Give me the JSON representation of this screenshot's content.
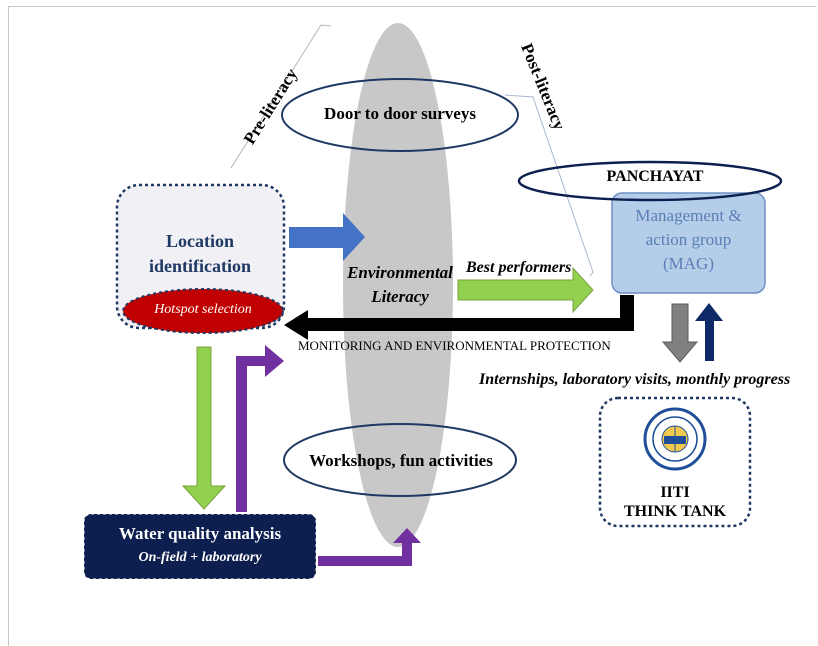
{
  "diagram": {
    "stage_pre": "Pre-literacy",
    "stage_post": "Post-literacy",
    "ellipse_center": {
      "line1": "Environmental",
      "line2": "Literacy"
    },
    "door_surveys": "Door to door surveys",
    "workshops": "Workshops, fun activities",
    "location": {
      "line1": "Location",
      "line2": "identification",
      "hotspot": "Hotspot selection"
    },
    "panchayat": {
      "title": "PANCHAYAT",
      "mag_line1": "Management &",
      "mag_line2": "action group",
      "mag_line3": "(MAG)"
    },
    "best_performers": "Best performers",
    "monitoring": "MONITORING AND ENVIRONMENTAL PROTECTION",
    "internships": "Internships, laboratory visits, monthly progress",
    "water": {
      "title": "Water quality analysis",
      "subtitle": "On-field + laboratory"
    },
    "iiti": {
      "line1": "IITI",
      "line2": "THINK TANK"
    },
    "colors": {
      "blue_arrow": "#4472c4",
      "green_arrow": "#92d050",
      "purple_arrow": "#7030a0",
      "black_arrow": "#000000",
      "navy": "#0d1f4f",
      "hotspot_red": "#c00000",
      "mag_fill": "#b4cde9",
      "mag_text": "#5b7fb5",
      "ellipse_gray": "#c8c8c8",
      "location_title": "#1f3864",
      "gray_arrow": "#808080",
      "navy_arrow": "#0d2a66"
    }
  }
}
